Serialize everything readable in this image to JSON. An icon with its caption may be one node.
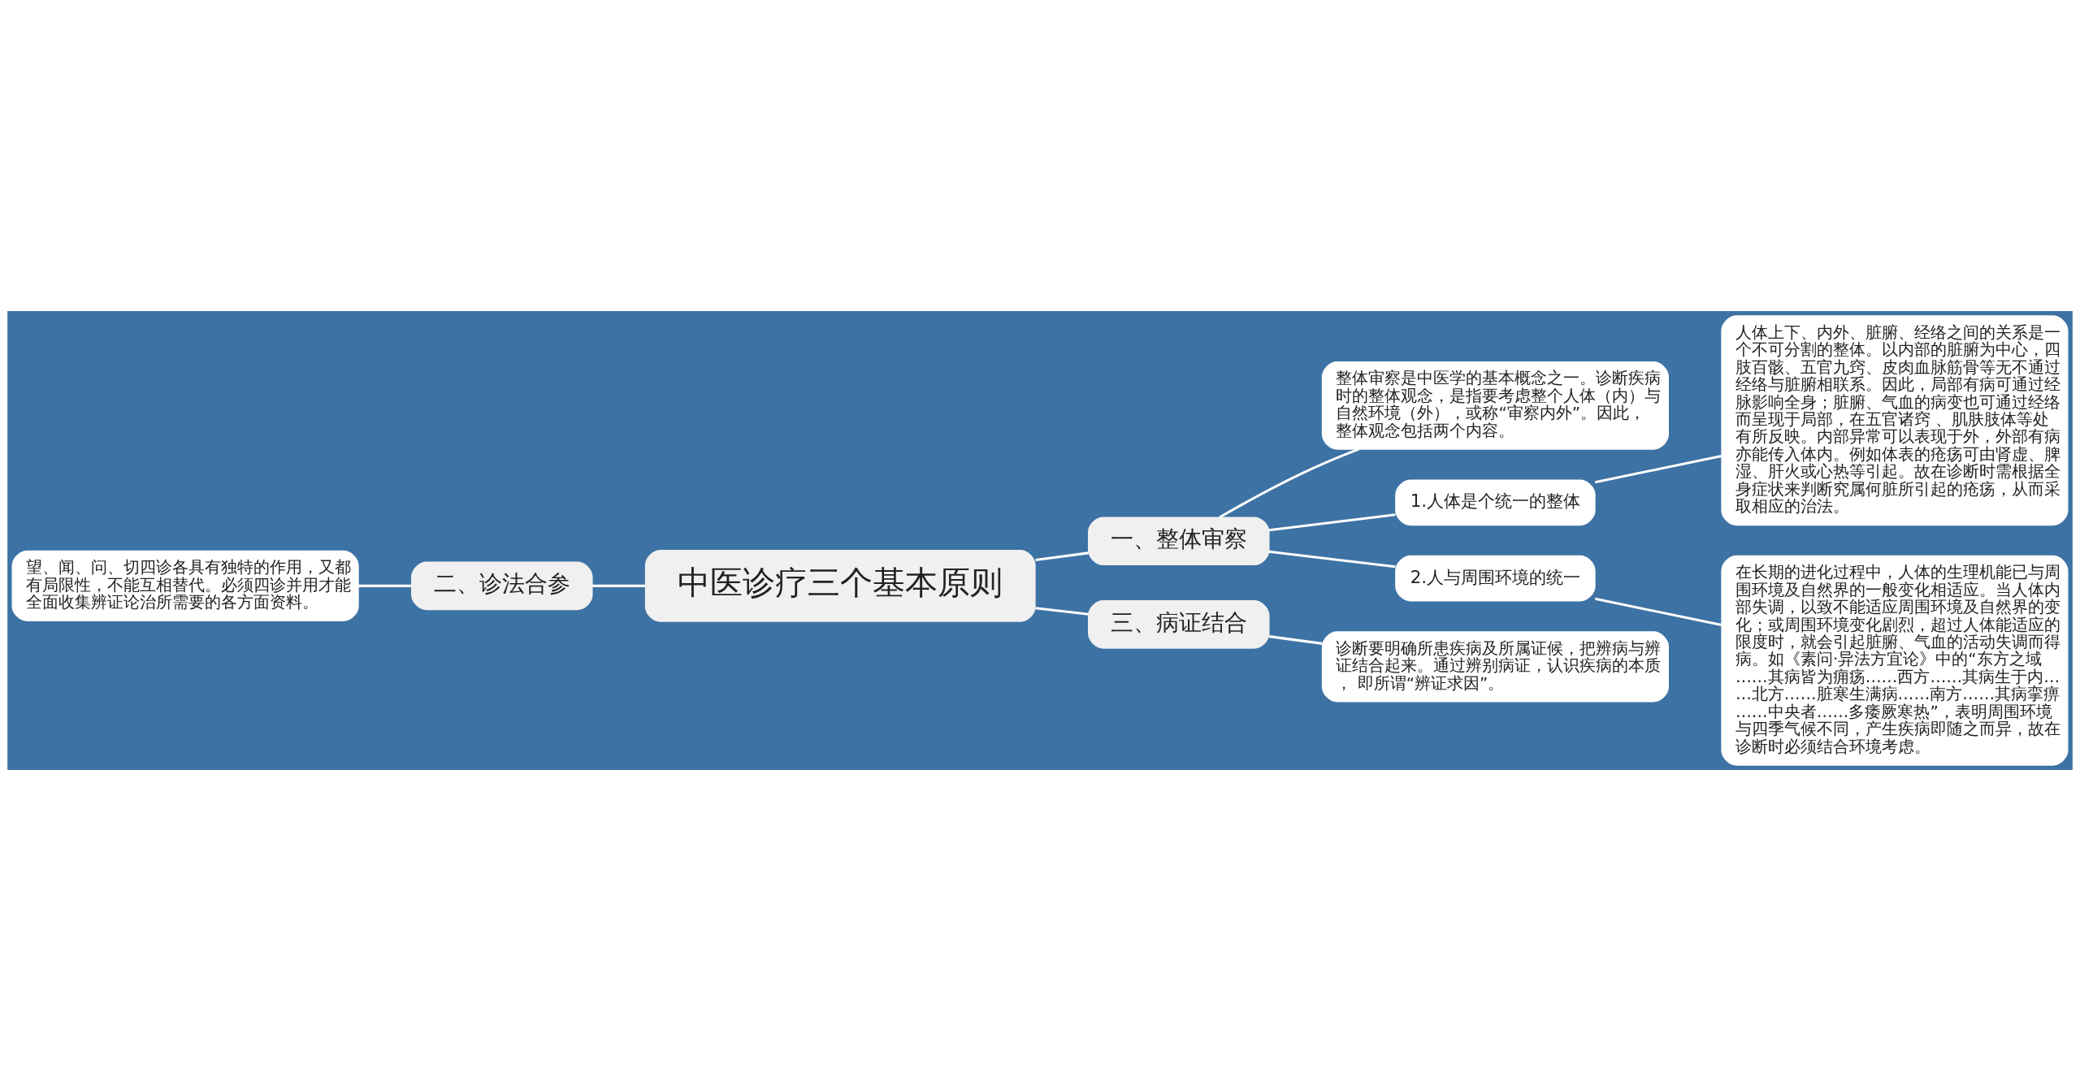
{
  "diagram": {
    "nodes": [
      {
        "text": [
          "中医诊疗三个基本原则"
        ]
      },
      {
        "text": [
          "一、整体审察"
        ]
      },
      {
        "text": [
          "整体审察是中医学的基本概念之一。诊断疾病时的整体观念，是指要考虑整个人体（内）与自然环境（外），或称“审察内外”。因此，整体观念包括两个内容。"
        ]
      },
      {
        "text": [
          "1.人体是个统一的整体"
        ]
      },
      {
        "text": [
          "人体上下、内外、脏腑、经络之间的关系是一个不可分割的整体。以内部的脏腑为中心，四肢百骸、五官九窍、皮肉血脉筋骨等无不通过经络与脏腑相联系。因此，局部有病可通过经脉影响全身；脏腑、气血的病变也可通过经络而呈现于局部，在五官诸窍 、肌肤肢体等处有所反映。内部异常可以表现于外，外部有病亦能传入体内。例如体表的疮疡可由肾虚、脾湿、肝火或心热等引起。故在诊断时需根据全身症状来判断究属何脏所引起的疮疡，从而采取相应的治法。"
        ]
      },
      {
        "text": [
          "2.人与周围环境的统一"
        ]
      },
      {
        "text": [
          "在长期的进化过程中，人体的生理机能已与周围环境及自然界的一般变化相适应。当人体内部失调，以致不能适应周围环境及自然界的变化；或周围环境变化剧烈，超过人体能适应的限度时，就会引起脏腑、气血的活动失调而得病。如《素问·异法方宜论》中的“东方之域……其病皆为痈疡……西方……其病生于内……北方……脏寒生满病……南方……其病挛痹……中央者……多痿厥寒热”，表明周围环境与四季气候不同，产生疾病即随之而异，故在诊断时必须结合环境考虑。"
        ]
      },
      {
        "text": [
          "三、病证结合"
        ]
      },
      {
        "text": [
          "诊断要明确所患疾病及所属证候，把辨病与辨证结合起来。通过辨别病证，认识疾病的本质， 即所谓“辨证求因”。"
        ]
      },
      {
        "text": [
          "二、诊法合参"
        ]
      },
      {
        "text": [
          "望、闻、问、切四诊各具有独特的作用，又都有局限性，不能互相替代。必须四诊并用才能全面收集辨证论治所需要的各方面资料。"
        ]
      }
    ],
    "edges": [
      {
        "from": 0,
        "to": 1,
        "arrow": "none"
      },
      {
        "from": 1,
        "to": 2,
        "arrow": "none"
      },
      {
        "from": 1,
        "to": 3,
        "arrow": "none"
      },
      {
        "from": 3,
        "to": 4,
        "arrow": "none"
      },
      {
        "from": 1,
        "to": 5,
        "arrow": "none"
      },
      {
        "from": 5,
        "to": 6,
        "arrow": "none"
      },
      {
        "from": 0,
        "to": 7,
        "arrow": "none"
      },
      {
        "from": 7,
        "to": 8,
        "arrow": "none"
      },
      {
        "from": 0,
        "to": 9,
        "arrow": "none"
      },
      {
        "from": 9,
        "to": 10,
        "arrow": "none"
      }
    ]
  }
}
